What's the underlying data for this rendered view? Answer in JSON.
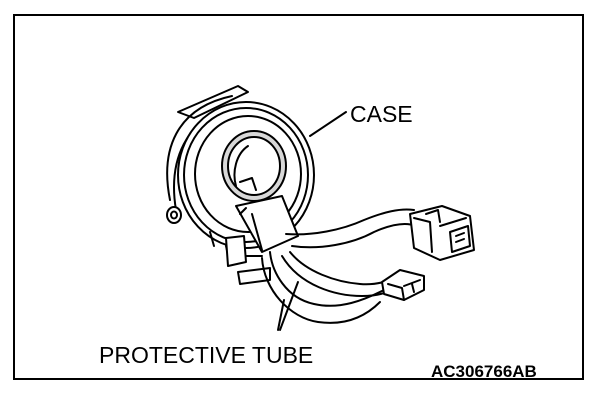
{
  "figure": {
    "labels": {
      "case": "CASE",
      "protective_tube": "PROTECTIVE TUBE"
    },
    "figure_id": "AC306766AB"
  }
}
